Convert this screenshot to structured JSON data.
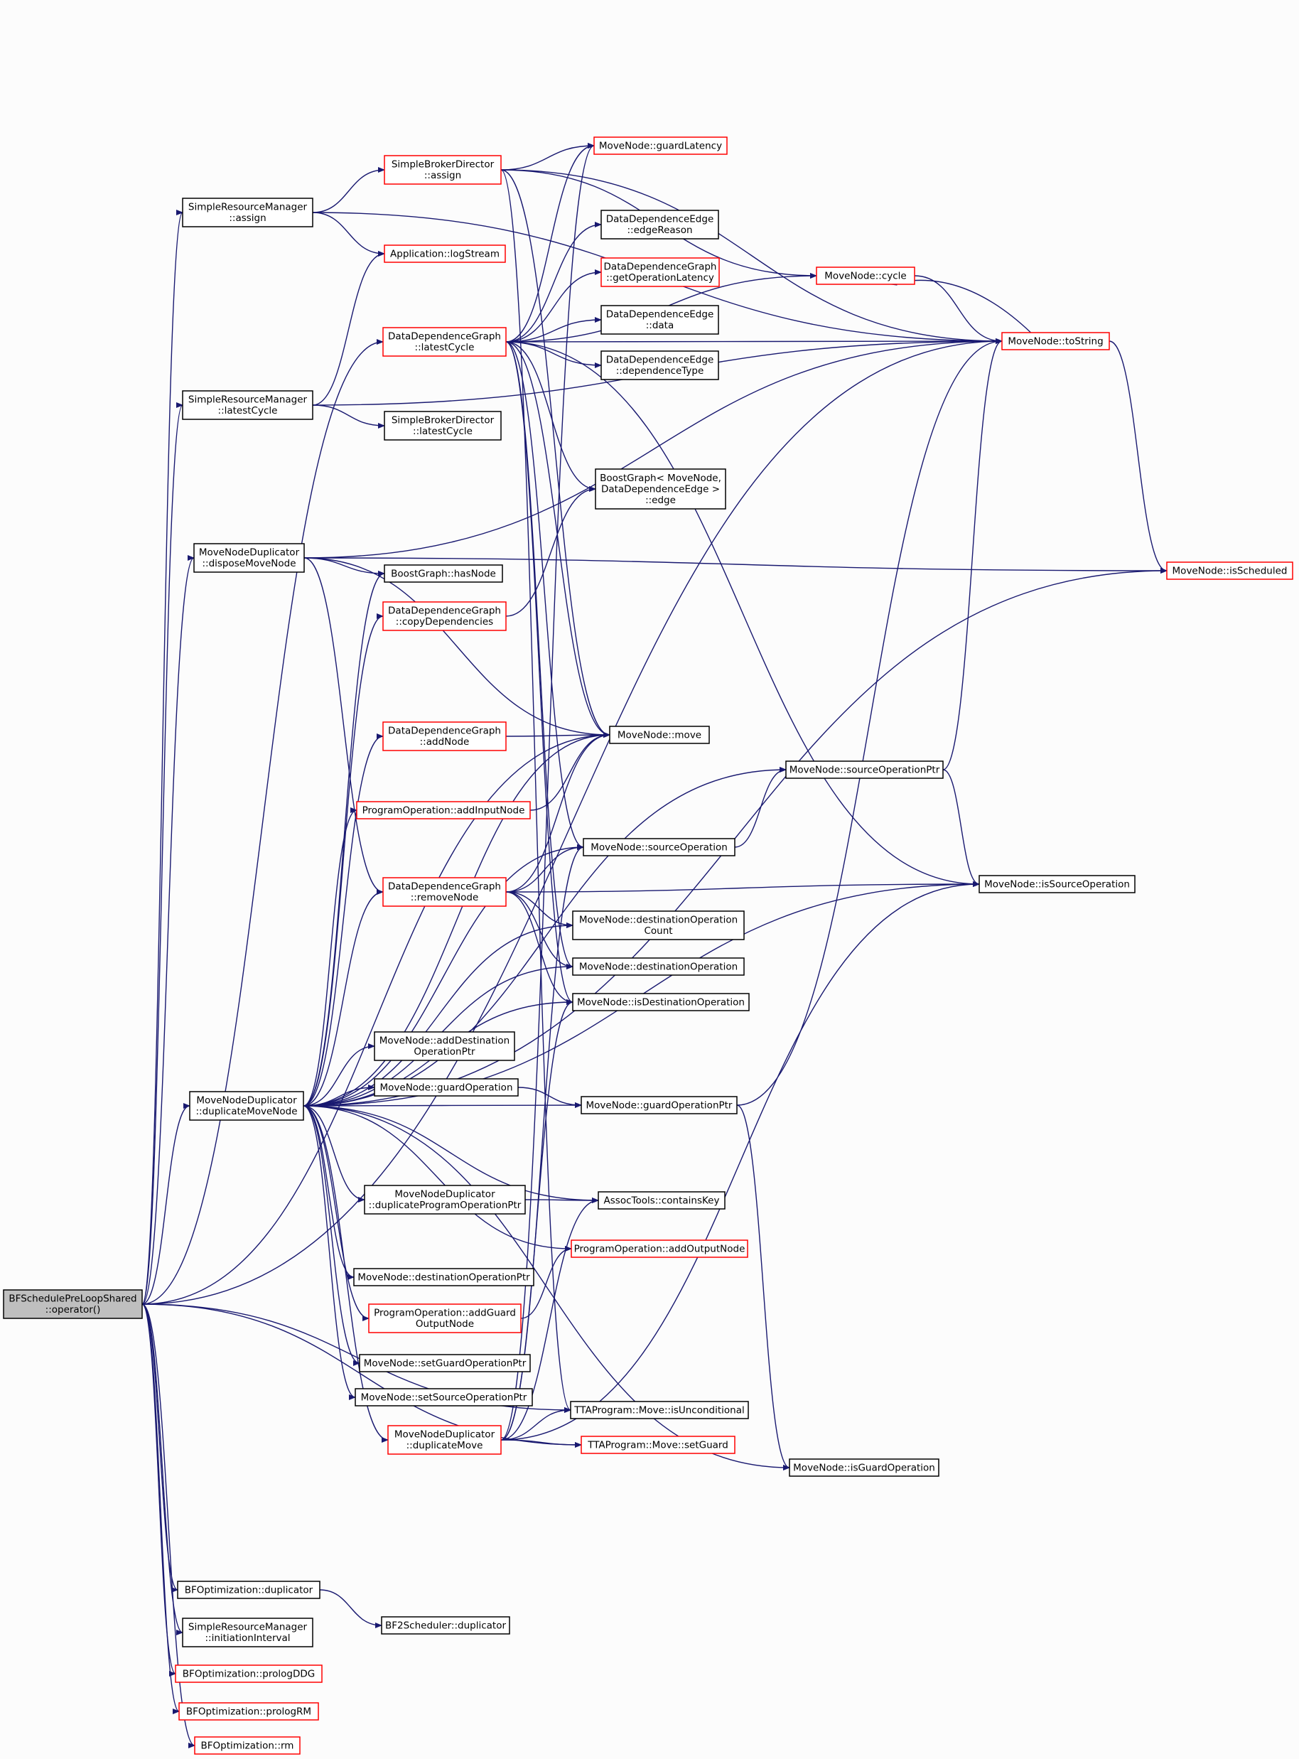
{
  "colors": {
    "edge": "#191970",
    "node_border": "#000000",
    "node_border_link": "#ff0000",
    "node_fill": "#ffffff",
    "root_fill": "#bfbfbf",
    "background": "#fcfcfc"
  },
  "nodes": [
    {
      "id": "root",
      "label": [
        "BFSchedulePreLoopShared",
        "::operator()"
      ],
      "style": "root"
    },
    {
      "id": "srm_assign",
      "label": [
        "SimpleResourceManager",
        "::assign"
      ],
      "style": "normal"
    },
    {
      "id": "sbd_assign",
      "label": [
        "SimpleBrokerDirector",
        "::assign"
      ],
      "style": "red"
    },
    {
      "id": "app_logstream",
      "label": [
        "Application::logStream"
      ],
      "style": "red"
    },
    {
      "id": "mn_guardlatency",
      "label": [
        "MoveNode::guardLatency"
      ],
      "style": "red"
    },
    {
      "id": "dde_edgereason",
      "label": [
        "DataDependenceEdge",
        "::edgeReason"
      ],
      "style": "normal"
    },
    {
      "id": "ddg_getoplatency",
      "label": [
        "DataDependenceGraph",
        "::getOperationLatency"
      ],
      "style": "red"
    },
    {
      "id": "mn_cycle",
      "label": [
        "MoveNode::cycle"
      ],
      "style": "red"
    },
    {
      "id": "ddg_latestcycle",
      "label": [
        "DataDependenceGraph",
        "::latestCycle"
      ],
      "style": "red"
    },
    {
      "id": "dde_data",
      "label": [
        "DataDependenceEdge",
        "::data"
      ],
      "style": "normal"
    },
    {
      "id": "mn_tostring",
      "label": [
        "MoveNode::toString"
      ],
      "style": "red"
    },
    {
      "id": "dde_deptype",
      "label": [
        "DataDependenceEdge",
        "::dependenceType"
      ],
      "style": "normal"
    },
    {
      "id": "srm_latestcycle",
      "label": [
        "SimpleResourceManager",
        "::latestCycle"
      ],
      "style": "normal"
    },
    {
      "id": "sbd_latestcycle",
      "label": [
        "SimpleBrokerDirector",
        "::latestCycle"
      ],
      "style": "normal"
    },
    {
      "id": "bg_edge",
      "label": [
        "BoostGraph< MoveNode,",
        "DataDependenceEdge >",
        "::edge"
      ],
      "style": "normal"
    },
    {
      "id": "mnd_disposemovenode",
      "label": [
        "MoveNodeDuplicator",
        "::disposeMoveNode"
      ],
      "style": "normal"
    },
    {
      "id": "bg_hasnode",
      "label": [
        "BoostGraph::hasNode"
      ],
      "style": "normal"
    },
    {
      "id": "mn_isscheduled",
      "label": [
        "MoveNode::isScheduled"
      ],
      "style": "red"
    },
    {
      "id": "ddg_copydeps",
      "label": [
        "DataDependenceGraph",
        "::copyDependencies"
      ],
      "style": "red"
    },
    {
      "id": "ddg_addnode",
      "label": [
        "DataDependenceGraph",
        "::addNode"
      ],
      "style": "red"
    },
    {
      "id": "mn_move",
      "label": [
        "MoveNode::move"
      ],
      "style": "normal"
    },
    {
      "id": "mn_sourceopptr",
      "label": [
        "MoveNode::sourceOperationPtr"
      ],
      "style": "normal"
    },
    {
      "id": "po_addinputnode",
      "label": [
        "ProgramOperation::addInputNode"
      ],
      "style": "red"
    },
    {
      "id": "mn_sourceop",
      "label": [
        "MoveNode::sourceOperation"
      ],
      "style": "normal"
    },
    {
      "id": "ddg_removenode",
      "label": [
        "DataDependenceGraph",
        "::removeNode"
      ],
      "style": "red"
    },
    {
      "id": "mn_issourceop",
      "label": [
        "MoveNode::isSourceOperation"
      ],
      "style": "normal"
    },
    {
      "id": "mn_destopcount",
      "label": [
        "MoveNode::destinationOperation",
        "Count"
      ],
      "style": "normal"
    },
    {
      "id": "mn_destop",
      "label": [
        "MoveNode::destinationOperation"
      ],
      "style": "normal"
    },
    {
      "id": "mn_isdestop",
      "label": [
        "MoveNode::isDestinationOperation"
      ],
      "style": "normal"
    },
    {
      "id": "mn_adddestopptr",
      "label": [
        "MoveNode::addDestination",
        "OperationPtr"
      ],
      "style": "normal"
    },
    {
      "id": "mnd_duplicatemovenode",
      "label": [
        "MoveNodeDuplicator",
        "::duplicateMoveNode"
      ],
      "style": "normal"
    },
    {
      "id": "mn_guardop",
      "label": [
        "MoveNode::guardOperation"
      ],
      "style": "normal"
    },
    {
      "id": "mn_guardopptr",
      "label": [
        "MoveNode::guardOperationPtr"
      ],
      "style": "normal"
    },
    {
      "id": "mnd_dupprogop",
      "label": [
        "MoveNodeDuplicator",
        "::duplicateProgramOperationPtr"
      ],
      "style": "normal"
    },
    {
      "id": "at_containskey",
      "label": [
        "AssocTools::containsKey"
      ],
      "style": "normal"
    },
    {
      "id": "po_addoutputnode",
      "label": [
        "ProgramOperation::addOutputNode"
      ],
      "style": "red"
    },
    {
      "id": "mn_destopptr",
      "label": [
        "MoveNode::destinationOperationPtr"
      ],
      "style": "normal"
    },
    {
      "id": "po_addguardoutput",
      "label": [
        "ProgramOperation::addGuard",
        "OutputNode"
      ],
      "style": "red"
    },
    {
      "id": "mn_setguardopptr",
      "label": [
        "MoveNode::setGuardOperationPtr"
      ],
      "style": "normal"
    },
    {
      "id": "mn_setsourceopptr",
      "label": [
        "MoveNode::setSourceOperationPtr"
      ],
      "style": "normal"
    },
    {
      "id": "tta_isuncond",
      "label": [
        "TTAProgram::Move::isUnconditional"
      ],
      "style": "normal"
    },
    {
      "id": "mnd_duplicatemove",
      "label": [
        "MoveNodeDuplicator",
        "::duplicateMove"
      ],
      "style": "red"
    },
    {
      "id": "tta_setguard",
      "label": [
        "TTAProgram::Move::setGuard"
      ],
      "style": "red"
    },
    {
      "id": "mn_isguardop",
      "label": [
        "MoveNode::isGuardOperation"
      ],
      "style": "normal"
    },
    {
      "id": "bfo_duplicator",
      "label": [
        "BFOptimization::duplicator"
      ],
      "style": "normal"
    },
    {
      "id": "bf2_duplicator",
      "label": [
        "BF2Scheduler::duplicator"
      ],
      "style": "normal"
    },
    {
      "id": "srm_initinterval",
      "label": [
        "SimpleResourceManager",
        "::initiationInterval"
      ],
      "style": "normal"
    },
    {
      "id": "bfo_prologddg",
      "label": [
        "BFOptimization::prologDDG"
      ],
      "style": "red"
    },
    {
      "id": "bfo_prologrm",
      "label": [
        "BFOptimization::prologRM"
      ],
      "style": "red"
    },
    {
      "id": "bfo_rm",
      "label": [
        "BFOptimization::rm"
      ],
      "style": "red"
    }
  ],
  "edges": [
    [
      "root",
      "srm_assign"
    ],
    [
      "root",
      "srm_latestcycle"
    ],
    [
      "root",
      "mnd_disposemovenode"
    ],
    [
      "root",
      "mnd_duplicatemovenode"
    ],
    [
      "root",
      "ddg_latestcycle"
    ],
    [
      "root",
      "mn_tostring"
    ],
    [
      "root",
      "mn_move"
    ],
    [
      "root",
      "tta_isuncond"
    ],
    [
      "root",
      "tta_setguard"
    ],
    [
      "root",
      "bfo_duplicator"
    ],
    [
      "root",
      "srm_initinterval"
    ],
    [
      "root",
      "bfo_prologddg"
    ],
    [
      "root",
      "bfo_prologrm"
    ],
    [
      "root",
      "bfo_rm"
    ],
    [
      "srm_assign",
      "sbd_assign"
    ],
    [
      "srm_assign",
      "app_logstream"
    ],
    [
      "srm_assign",
      "mn_tostring"
    ],
    [
      "sbd_assign",
      "mn_guardlatency"
    ],
    [
      "sbd_assign",
      "mn_cycle"
    ],
    [
      "sbd_assign",
      "mn_tostring"
    ],
    [
      "sbd_assign",
      "mn_move"
    ],
    [
      "sbd_assign",
      "tta_isuncond"
    ],
    [
      "ddg_latestcycle",
      "mn_guardlatency"
    ],
    [
      "ddg_latestcycle",
      "dde_edgereason"
    ],
    [
      "ddg_latestcycle",
      "ddg_getoplatency"
    ],
    [
      "ddg_latestcycle",
      "mn_cycle"
    ],
    [
      "ddg_latestcycle",
      "dde_data"
    ],
    [
      "ddg_latestcycle",
      "dde_deptype"
    ],
    [
      "ddg_latestcycle",
      "bg_edge"
    ],
    [
      "ddg_latestcycle",
      "mn_tostring"
    ],
    [
      "ddg_latestcycle",
      "mn_issourceop"
    ],
    [
      "ddg_latestcycle",
      "mn_sourceop"
    ],
    [
      "ddg_latestcycle",
      "mn_destop"
    ],
    [
      "ddg_latestcycle",
      "mn_isdestop"
    ],
    [
      "ddg_latestcycle",
      "mn_move"
    ],
    [
      "mn_cycle",
      "mn_tostring"
    ],
    [
      "mn_tostring",
      "mn_cycle"
    ],
    [
      "mn_tostring",
      "mn_isscheduled"
    ],
    [
      "srm_latestcycle",
      "app_logstream"
    ],
    [
      "srm_latestcycle",
      "sbd_latestcycle"
    ],
    [
      "srm_latestcycle",
      "mn_tostring"
    ],
    [
      "mnd_disposemovenode",
      "bg_hasnode"
    ],
    [
      "mnd_disposemovenode",
      "mn_isscheduled"
    ],
    [
      "mnd_disposemovenode",
      "mn_move"
    ],
    [
      "mnd_disposemovenode",
      "mn_tostring"
    ],
    [
      "mnd_disposemovenode",
      "ddg_removenode"
    ],
    [
      "ddg_copydeps",
      "bg_edge"
    ],
    [
      "ddg_addnode",
      "mn_move"
    ],
    [
      "mn_sourceopptr",
      "mn_tostring"
    ],
    [
      "mn_sourceopptr",
      "mn_issourceop"
    ],
    [
      "po_addinputnode",
      "mn_move"
    ],
    [
      "mn_sourceop",
      "mn_sourceopptr"
    ],
    [
      "ddg_removenode",
      "mn_move"
    ],
    [
      "ddg_removenode",
      "mn_sourceop"
    ],
    [
      "ddg_removenode",
      "mn_issourceop"
    ],
    [
      "ddg_removenode",
      "mn_destopcount"
    ],
    [
      "ddg_removenode",
      "mn_destop"
    ],
    [
      "ddg_removenode",
      "mn_isdestop"
    ],
    [
      "mnd_duplicatemovenode",
      "bg_hasnode"
    ],
    [
      "mnd_duplicatemovenode",
      "ddg_copydeps"
    ],
    [
      "mnd_duplicatemovenode",
      "ddg_addnode"
    ],
    [
      "mnd_duplicatemovenode",
      "mn_sourceopptr"
    ],
    [
      "mnd_duplicatemovenode",
      "po_addinputnode"
    ],
    [
      "mnd_duplicatemovenode",
      "mn_sourceop"
    ],
    [
      "mnd_duplicatemovenode",
      "ddg_removenode"
    ],
    [
      "mnd_duplicatemovenode",
      "mn_destopcount"
    ],
    [
      "mnd_duplicatemovenode",
      "mn_destop"
    ],
    [
      "mnd_duplicatemovenode",
      "mn_isdestop"
    ],
    [
      "mnd_duplicatemovenode",
      "mn_adddestopptr"
    ],
    [
      "mnd_duplicatemovenode",
      "mn_guardop"
    ],
    [
      "mnd_duplicatemovenode",
      "mn_guardopptr"
    ],
    [
      "mnd_duplicatemovenode",
      "mnd_dupprogop"
    ],
    [
      "mnd_duplicatemovenode",
      "at_containskey"
    ],
    [
      "mnd_duplicatemovenode",
      "po_addoutputnode"
    ],
    [
      "mnd_duplicatemovenode",
      "mn_destopptr"
    ],
    [
      "mnd_duplicatemovenode",
      "po_addguardoutput"
    ],
    [
      "mnd_duplicatemovenode",
      "mn_setguardopptr"
    ],
    [
      "mnd_duplicatemovenode",
      "mn_setsourceopptr"
    ],
    [
      "mnd_duplicatemovenode",
      "mnd_duplicatemove"
    ],
    [
      "mnd_duplicatemovenode",
      "mn_isscheduled"
    ],
    [
      "mnd_duplicatemovenode",
      "mn_isguardop"
    ],
    [
      "mnd_duplicatemovenode",
      "mn_issourceop"
    ],
    [
      "mnd_duplicatemovenode",
      "mn_move"
    ],
    [
      "mn_guardop",
      "mn_guardopptr"
    ],
    [
      "mn_guardopptr",
      "mn_tostring"
    ],
    [
      "mn_guardopptr",
      "mn_isguardop"
    ],
    [
      "mnd_dupprogop",
      "at_containskey"
    ],
    [
      "po_addguardoutput",
      "po_addoutputnode"
    ],
    [
      "mnd_duplicatemove",
      "tta_isuncond"
    ],
    [
      "mnd_duplicatemove",
      "tta_setguard"
    ],
    [
      "mnd_duplicatemove",
      "mn_guardlatency"
    ],
    [
      "mnd_duplicatemove",
      "at_containskey"
    ],
    [
      "mnd_duplicatemove",
      "mn_sourceop"
    ],
    [
      "mnd_duplicatemove",
      "mn_isdestop"
    ],
    [
      "mnd_duplicatemove",
      "mn_issourceop"
    ],
    [
      "bfo_duplicator",
      "bf2_duplicator"
    ]
  ]
}
